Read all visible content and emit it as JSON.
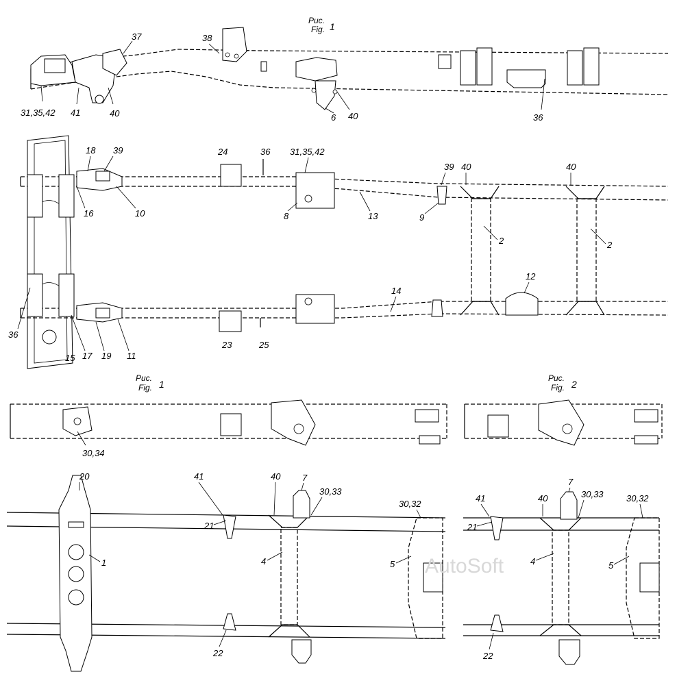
{
  "figure_labels": {
    "top": {
      "ru": "Рис.",
      "en": "Fig.",
      "num": "1"
    },
    "bottom_left": {
      "ru": "Рис.",
      "en": "Fig.",
      "num": "1"
    },
    "bottom_right": {
      "ru": "Рис.",
      "en": "Fig.",
      "num": "2"
    }
  },
  "watermark": "AutoSoft",
  "callouts": {
    "c37": "37",
    "c38": "38",
    "c31_top": "31,35,42",
    "c41_top": "41",
    "c40_top_a": "40",
    "c6": "6",
    "c40_top_b": "40",
    "c36_top": "36",
    "c18": "18",
    "c39_left": "39",
    "c24": "24",
    "c36_mid": "36",
    "c31_mid": "31,35,42",
    "c39_right": "39",
    "c40_mid_a": "40",
    "c40_mid_b": "40",
    "c16": "16",
    "c10": "10",
    "c8": "8",
    "c13": "13",
    "c9": "9",
    "c2_a": "2",
    "c2_b": "2",
    "c12": "12",
    "c14": "14",
    "c36_left": "36",
    "c15": "15",
    "c17": "17",
    "c19": "19",
    "c11": "11",
    "c23": "23",
    "c25": "25",
    "c30_34": "30,34",
    "c20": "20",
    "c1": "1",
    "c41_bl": "41",
    "c21_bl": "21",
    "c40_bl": "40",
    "c7_bl": "7",
    "c30_33_bl": "30,33",
    "c30_32_bl": "30,32",
    "c4_bl": "4",
    "c5_bl": "5",
    "c22_bl": "22",
    "c41_br": "41",
    "c21_br": "21",
    "c40_br": "40",
    "c7_br": "7",
    "c30_33_br": "30,33",
    "c30_32_br": "30,32",
    "c4_br": "4",
    "c5_br": "5",
    "c22_br": "22"
  }
}
